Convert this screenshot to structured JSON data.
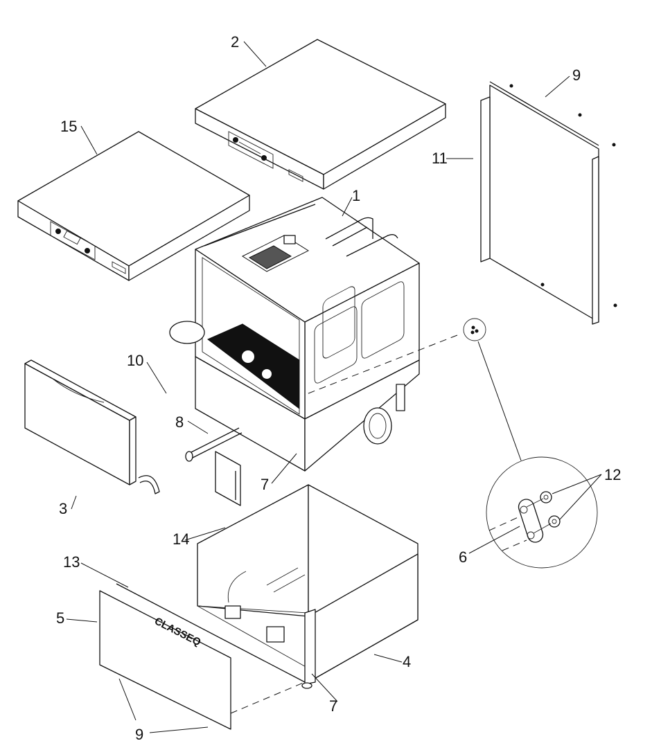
{
  "diagram": {
    "title": "Exploded parts view — undercounter dishwasher",
    "brand_text": "CLASSEQ",
    "callouts": [
      {
        "id": "c1",
        "label": "1",
        "part": "main-body-assembly"
      },
      {
        "id": "c2",
        "label": "2",
        "part": "top-panel-variant-a"
      },
      {
        "id": "c3",
        "label": "3",
        "part": "door-assembly"
      },
      {
        "id": "c4",
        "label": "4",
        "part": "base-frame"
      },
      {
        "id": "c5",
        "label": "5",
        "part": "front-kick-panel"
      },
      {
        "id": "c6",
        "label": "6",
        "part": "hinge-link-plate"
      },
      {
        "id": "c7a",
        "label": "7",
        "part": "bracket-upper"
      },
      {
        "id": "c7b",
        "label": "7",
        "part": "bracket-lower"
      },
      {
        "id": "c8",
        "label": "8",
        "part": "spray-arm-tube"
      },
      {
        "id": "c9a",
        "label": "9",
        "part": "screws-rear-panel"
      },
      {
        "id": "c9b",
        "label": "9",
        "part": "screws-kick-panel"
      },
      {
        "id": "c10",
        "label": "10",
        "part": "screw-side"
      },
      {
        "id": "c11",
        "label": "11",
        "part": "rear-panel"
      },
      {
        "id": "c12",
        "label": "12",
        "part": "nuts"
      },
      {
        "id": "c13",
        "label": "13",
        "part": "kick-panel-seal"
      },
      {
        "id": "c14",
        "label": "14",
        "part": "access-cover"
      },
      {
        "id": "c15",
        "label": "15",
        "part": "top-panel-variant-b"
      }
    ]
  }
}
